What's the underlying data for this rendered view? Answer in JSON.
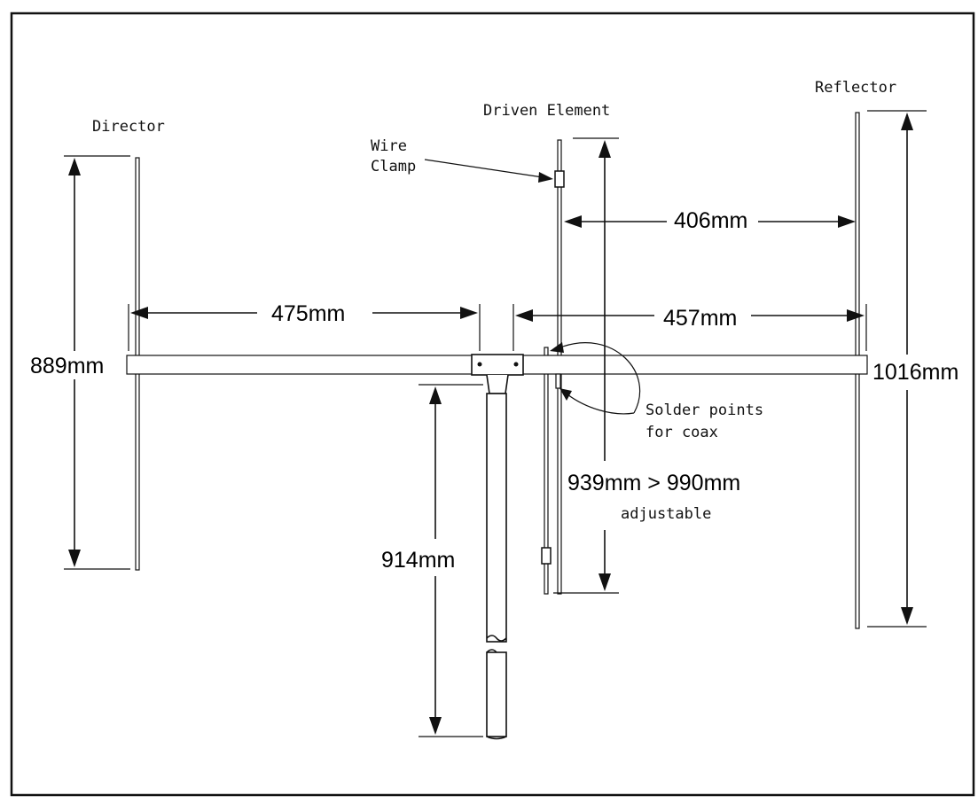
{
  "labels": {
    "director": "Director",
    "driven_element": "Driven Element",
    "reflector": "Reflector",
    "wire_clamp_line1": "Wire",
    "wire_clamp_line2": "Clamp",
    "solder_line1": "Solder points",
    "solder_line2": "for coax",
    "adjustable": "adjustable"
  },
  "dimensions": {
    "director_length": "889mm",
    "reflector_length": "1016mm",
    "driven_length": "939mm > 990mm",
    "director_spacing": "475mm",
    "reflector_spacing_upper": "406mm",
    "reflector_spacing_lower": "457mm",
    "mast_length": "914mm"
  }
}
